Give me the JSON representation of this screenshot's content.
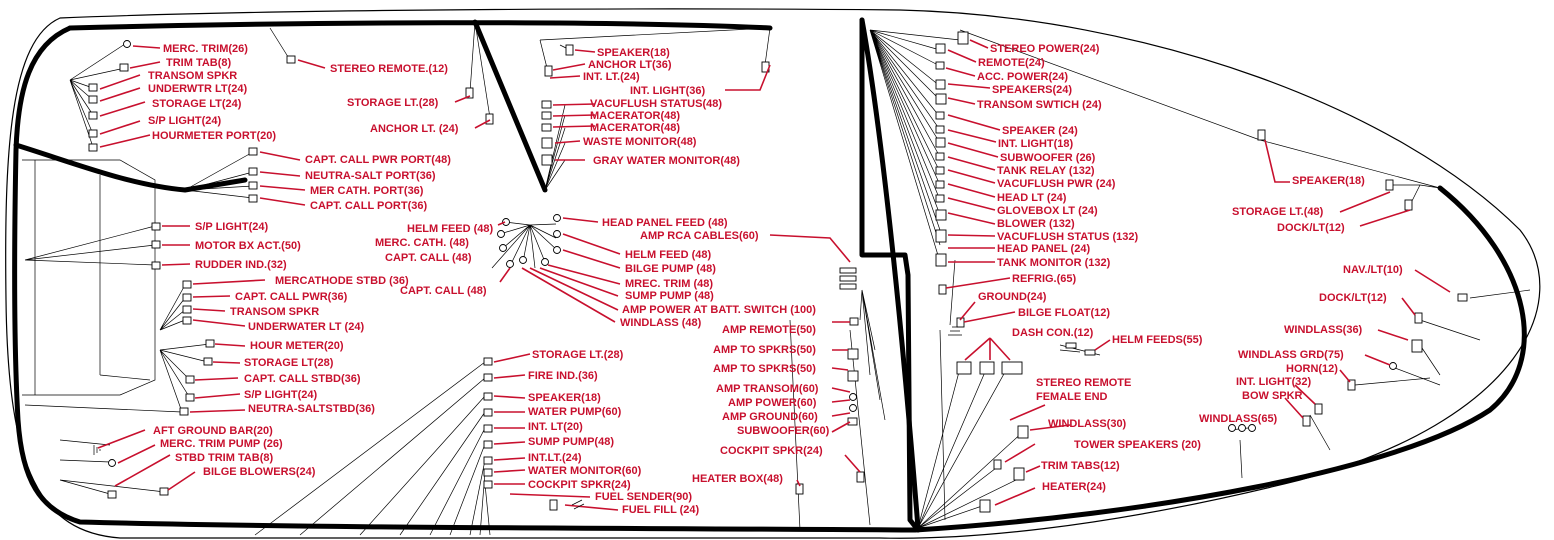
{
  "colors": {
    "label": "#c8102e",
    "wire": "#000000",
    "background": "#ffffff"
  },
  "labels": [
    {
      "id": "merc-trim-26",
      "text": "MERC. TRIM(26)"
    },
    {
      "id": "trim-tab-8",
      "text": "TRIM TAB(8)"
    },
    {
      "id": "transom-spkr-1",
      "text": "TRANSOM SPKR"
    },
    {
      "id": "underwtr-lt-24",
      "text": "UNDERWTR LT(24)"
    },
    {
      "id": "storage-lt-24-a",
      "text": "STORAGE LT(24)"
    },
    {
      "id": "sp-light-24-a",
      "text": "S/P LIGHT(24)"
    },
    {
      "id": "hourmeter-port-20",
      "text": "HOURMETER PORT(20)"
    },
    {
      "id": "stereo-remote-12",
      "text": "STEREO REMOTE.(12)"
    },
    {
      "id": "storage-lt-28-a",
      "text": "STORAGE LT.(28)"
    },
    {
      "id": "anchor-lt-24",
      "text": "ANCHOR LT. (24)"
    },
    {
      "id": "capt-call-pwr-port-48",
      "text": "CAPT. CALL PWR PORT(48)"
    },
    {
      "id": "neutra-salt-port-36",
      "text": "NEUTRA-SALT PORT(36)"
    },
    {
      "id": "mer-cath-port-36",
      "text": "MER CATH. PORT(36)"
    },
    {
      "id": "capt-call-port-36",
      "text": "CAPT. CALL PORT(36)"
    },
    {
      "id": "sp-light-24-b",
      "text": "S/P LIGHT(24)"
    },
    {
      "id": "motor-bx-act-50",
      "text": "MOTOR BX ACT.(50)"
    },
    {
      "id": "rudder-ind-32",
      "text": "RUDDER IND.(32)"
    },
    {
      "id": "mercathode-stbd-36",
      "text": "MERCATHODE STBD (36)"
    },
    {
      "id": "capt-call-pwr-36",
      "text": "CAPT. CALL PWR(36)"
    },
    {
      "id": "transom-spkr-2",
      "text": "TRANSOM SPKR"
    },
    {
      "id": "underwater-lt-24",
      "text": "UNDERWATER LT (24)"
    },
    {
      "id": "hour-meter-20",
      "text": "HOUR METER(20)"
    },
    {
      "id": "storage-lt-28-b",
      "text": "STORAGE LT(28)"
    },
    {
      "id": "capt-call-stbd-36",
      "text": "CAPT. CALL STBD(36)"
    },
    {
      "id": "sp-light-24-c",
      "text": "S/P LIGHT(24)"
    },
    {
      "id": "neutra-saltstbd-36",
      "text": "NEUTRA-SALTSTBD(36)"
    },
    {
      "id": "aft-ground-bar-20",
      "text": "AFT GROUND BAR(20)"
    },
    {
      "id": "merc-trim-pump-26",
      "text": "MERC. TRIM PUMP (26)"
    },
    {
      "id": "stbd-trim-tab-8",
      "text": "STBD TRIM TAB(8)"
    },
    {
      "id": "bilge-blowers-24",
      "text": "BILGE BLOWERS(24)"
    },
    {
      "id": "speaker-18-a",
      "text": "SPEAKER(18)"
    },
    {
      "id": "anchor-lt-36",
      "text": "ANCHOR LT(36)"
    },
    {
      "id": "int-lt-24-a",
      "text": "INT. LT.(24)"
    },
    {
      "id": "int-light-36",
      "text": "INT. LIGHT(36)"
    },
    {
      "id": "vacuflush-status-48",
      "text": "VACUFLUSH STATUS(48)"
    },
    {
      "id": "macerator-48-a",
      "text": "MACERATOR(48)"
    },
    {
      "id": "macerator-48-b",
      "text": "MACERATOR(48)"
    },
    {
      "id": "waste-monitor-48",
      "text": "WASTE MONITOR(48)"
    },
    {
      "id": "gray-water-monitor-48",
      "text": "GRAY WATER MONITOR(48)"
    },
    {
      "id": "head-panel-feed-48",
      "text": "HEAD PANEL FEED (48)"
    },
    {
      "id": "amp-rca-cables-60",
      "text": "AMP RCA CABLES(60)"
    },
    {
      "id": "helm-feed-48-a",
      "text": "HELM FEED (48)"
    },
    {
      "id": "merc-cath-48",
      "text": "MERC. CATH. (48)"
    },
    {
      "id": "capt-call-48-a",
      "text": "CAPT. CALL (48)"
    },
    {
      "id": "capt-call-48-b",
      "text": "CAPT. CALL (48)"
    },
    {
      "id": "helm-feed-48-b",
      "text": "HELM FEED (48)"
    },
    {
      "id": "bilge-pump-48",
      "text": "BILGE PUMP (48)"
    },
    {
      "id": "mrec-trim-48",
      "text": "MREC. TRIM (48)"
    },
    {
      "id": "sump-pump-48-a",
      "text": "SUMP PUMP (48)"
    },
    {
      "id": "amp-power-batt-switch-100",
      "text": "AMP POWER AT BATT. SWITCH (100)"
    },
    {
      "id": "windlass-48",
      "text": "WINDLASS (48)"
    },
    {
      "id": "storage-lt-28-c",
      "text": "STORAGE LT.(28)"
    },
    {
      "id": "fire-ind-36",
      "text": "FIRE IND.(36)"
    },
    {
      "id": "speaker-18-b",
      "text": "SPEAKER(18)"
    },
    {
      "id": "water-pump-60",
      "text": "WATER PUMP(60)"
    },
    {
      "id": "int-lt-20",
      "text": "INT. LT(20)"
    },
    {
      "id": "sump-pump-48-b",
      "text": "SUMP PUMP(48)"
    },
    {
      "id": "int-lt-24-b",
      "text": "INT.LT.(24)"
    },
    {
      "id": "water-monitor-60",
      "text": "WATER MONITOR(60)"
    },
    {
      "id": "cockpit-spkr-24-a",
      "text": "COCKPIT SPKR(24)"
    },
    {
      "id": "fuel-sender-90",
      "text": "FUEL SENDER(90)"
    },
    {
      "id": "fuel-fill-24",
      "text": "FUEL FILL (24)"
    },
    {
      "id": "amp-remote-50",
      "text": "AMP REMOTE(50)"
    },
    {
      "id": "amp-to-spkrs-50-a",
      "text": "AMP TO SPKRS(50)"
    },
    {
      "id": "amp-to-spkrs-50-b",
      "text": "AMP TO SPKRS(50)"
    },
    {
      "id": "amp-transom-60",
      "text": "AMP TRANSOM(60)"
    },
    {
      "id": "amp-power-60",
      "text": "AMP POWER(60)"
    },
    {
      "id": "amp-ground-60",
      "text": "AMP GROUND(60)"
    },
    {
      "id": "subwoofer-60",
      "text": "SUBWOOFER(60)"
    },
    {
      "id": "cockpit-spkr-24-b",
      "text": "COCKPIT SPKR(24)"
    },
    {
      "id": "heater-box-48",
      "text": "HEATER BOX(48)"
    },
    {
      "id": "stereo-power-24",
      "text": "STEREO POWER(24)"
    },
    {
      "id": "remote-24",
      "text": "REMOTE(24)"
    },
    {
      "id": "acc-power-24",
      "text": "ACC. POWER(24)"
    },
    {
      "id": "speakers-24",
      "text": "SPEAKERS(24)"
    },
    {
      "id": "transom-swtich-24",
      "text": "TRANSOM SWTICH (24)"
    },
    {
      "id": "speaker-24",
      "text": "SPEAKER (24)"
    },
    {
      "id": "int-light-18",
      "text": "INT. LIGHT(18)"
    },
    {
      "id": "subwoofer-26",
      "text": "SUBWOOFER (26)"
    },
    {
      "id": "tank-relay-132",
      "text": "TANK RELAY (132)"
    },
    {
      "id": "vacuflush-pwr-24",
      "text": "VACUFLUSH PWR (24)"
    },
    {
      "id": "head-lt-24",
      "text": "HEAD LT (24)"
    },
    {
      "id": "glovebox-lt-24",
      "text": "GLOVEBOX LT (24)"
    },
    {
      "id": "blower-132",
      "text": "BLOWER (132)"
    },
    {
      "id": "vacuflush-status-132",
      "text": "VACUFLUSH STATUS (132)"
    },
    {
      "id": "head-panel-24",
      "text": "HEAD PANEL (24)"
    },
    {
      "id": "tank-monitor-132",
      "text": "TANK MONITOR (132)"
    },
    {
      "id": "refrig-65",
      "text": "REFRIG.(65)"
    },
    {
      "id": "ground-24",
      "text": "GROUND(24)"
    },
    {
      "id": "bilge-float-12",
      "text": "BILGE FLOAT(12)"
    },
    {
      "id": "dash-con-12",
      "text": "DASH CON.(12)"
    },
    {
      "id": "helm-feeds-55",
      "text": "HELM FEEDS(55)"
    },
    {
      "id": "stereo-remote",
      "text": "STEREO REMOTE"
    },
    {
      "id": "female-end",
      "text": "FEMALE END"
    },
    {
      "id": "windlass-30",
      "text": "WINDLASS(30)"
    },
    {
      "id": "tower-speakers-20",
      "text": "TOWER SPEAKERS (20)"
    },
    {
      "id": "trim-tabs-12",
      "text": "TRIM TABS(12)"
    },
    {
      "id": "heater-24",
      "text": "HEATER(24)"
    },
    {
      "id": "speaker-18-c",
      "text": "SPEAKER(18)"
    },
    {
      "id": "storage-lt-48",
      "text": "STORAGE LT.(48)"
    },
    {
      "id": "dock-lt-12-a",
      "text": "DOCK/LT(12)"
    },
    {
      "id": "nav-lt-10",
      "text": "NAV./LT(10)"
    },
    {
      "id": "dock-lt-12-b",
      "text": "DOCK/LT(12)"
    },
    {
      "id": "windlass-36",
      "text": "WINDLASS(36)"
    },
    {
      "id": "windlass-grd-75",
      "text": "WINDLASS GRD(75)"
    },
    {
      "id": "horn-12",
      "text": "HORN(12)"
    },
    {
      "id": "int-light-32",
      "text": "INT. LIGHT(32)"
    },
    {
      "id": "bow-spkr",
      "text": "BOW SPKR"
    },
    {
      "id": "windlass-65",
      "text": "WINDLASS(65)"
    }
  ]
}
